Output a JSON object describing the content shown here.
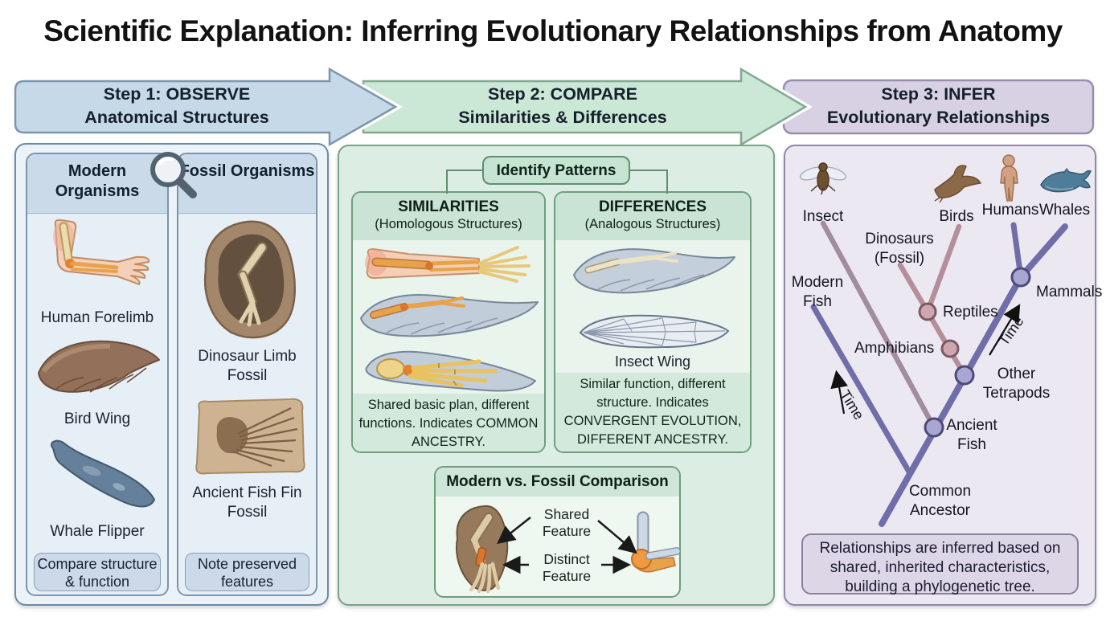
{
  "title": "Scientific Explanation: Inferring Evolutionary Relationships from Anatomy",
  "colors": {
    "step1_fill": "#c5d9e8",
    "step1_border": "#7d96ab",
    "step2_fill": "#cbe7d5",
    "step2_border": "#83a892",
    "step3_fill": "#d8d1e4",
    "step3_border": "#988ead",
    "tree_trunk": "#6f6ea9",
    "tree_rose": "#b48e9b",
    "tree_mauve": "#a28da0"
  },
  "steps": [
    {
      "line1": "Step 1: OBSERVE",
      "line2": "Anatomical Structures"
    },
    {
      "line1": "Step 2: COMPARE",
      "line2": "Similarities & Differences"
    },
    {
      "line1": "Step 3: INFER",
      "line2": "Evolutionary Relationships"
    }
  ],
  "observe": {
    "modern": {
      "header": "Modern Organisms",
      "items": [
        "Human Forelimb",
        "Bird Wing",
        "Whale Flipper"
      ],
      "footer": "Compare structure & function"
    },
    "fossil": {
      "header": "Fossil Organisms",
      "items": [
        "Dinosaur Limb Fossil",
        "Ancient Fish Fin Fossil"
      ],
      "footer": "Note preserved features"
    }
  },
  "compare": {
    "badge": "Identify Patterns",
    "similarities": {
      "title": "SIMILARITIES",
      "subtitle": "(Homologous Structures)",
      "caption": "Shared basic plan, different functions. Indicates COMMON ANCESTRY."
    },
    "differences": {
      "title": "DIFFERENCES",
      "subtitle": "(Analogous Structures)",
      "wing_label": "Insect Wing",
      "caption": "Similar function, different structure. Indicates CONVERGENT EVOLUTION, DIFFERENT ANCESTRY."
    },
    "fossil_comparison": {
      "title": "Modern vs. Fossil Comparison",
      "shared_label": "Shared Feature",
      "distinct_label": "Distinct Feature"
    }
  },
  "infer": {
    "taxa": {
      "insect": "Insect",
      "birds": "Birds",
      "humans": "Humans",
      "whales": "Whales"
    },
    "nodes": {
      "dinosaurs": "Dinosaurs (Fossil)",
      "modern_fish": "Modern Fish",
      "mammals": "Mammals",
      "reptiles": "Reptiles",
      "amphibians": "Amphibians",
      "other_tetrapods": "Other Tetrapods",
      "ancient_fish": "Ancient Fish",
      "common_ancestor": "Common Ancestor"
    },
    "time_label": "Time",
    "caption": "Relationships are inferred based on shared, inherited characteristics, building a phylogenetic tree."
  }
}
